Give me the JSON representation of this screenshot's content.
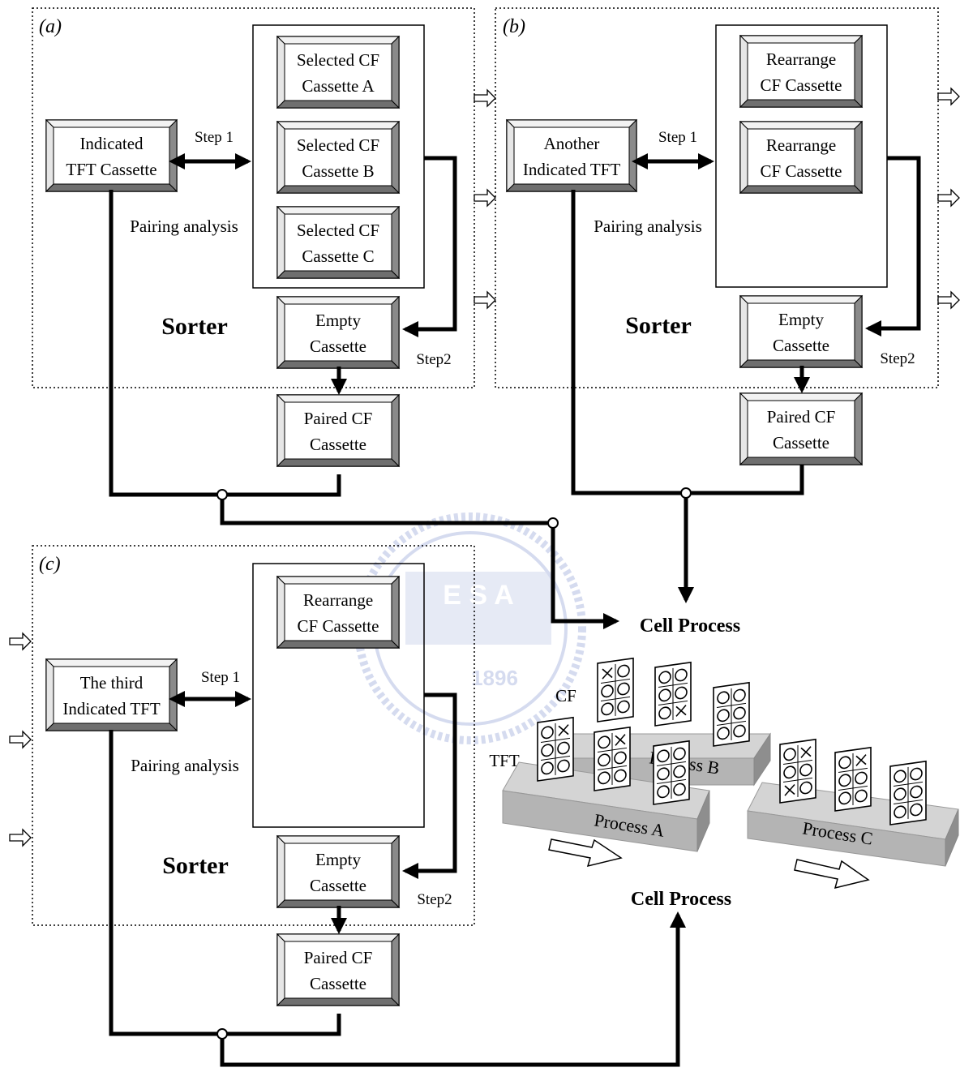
{
  "panels": {
    "a": {
      "label": "a",
      "tft_box": [
        "Indicated",
        "TFT Cassette"
      ],
      "cf_boxes": [
        [
          "Selected CF",
          "Cassette A"
        ],
        [
          "Selected CF",
          "Cassette B"
        ],
        [
          "Selected CF",
          "Cassette C"
        ]
      ],
      "step1": "Step 1",
      "pairing": "Pairing analysis",
      "sorter": "Sorter",
      "empty_box": [
        "Empty",
        "Cassette"
      ],
      "step2": "Step2",
      "paired_box": [
        "Paired CF",
        "Cassette"
      ]
    },
    "b": {
      "label": "b",
      "tft_box": [
        "Another",
        "Indicated TFT"
      ],
      "cf_boxes": [
        [
          "Rearrange",
          "CF Cassette"
        ],
        [
          "Rearrange",
          "CF Cassette"
        ]
      ],
      "step1": "Step 1",
      "pairing": "Pairing analysis",
      "sorter": "Sorter",
      "empty_box": [
        "Empty",
        "Cassette"
      ],
      "step2": "Step2",
      "paired_box": [
        "Paired CF",
        "Cassette"
      ]
    },
    "c": {
      "label": "c",
      "tft_box": [
        "The third",
        "Indicated TFT"
      ],
      "cf_boxes": [
        [
          "Rearrange",
          "CF Cassette"
        ]
      ],
      "step1": "Step 1",
      "pairing": "Pairing analysis",
      "sorter": "Sorter",
      "empty_box": [
        "Empty",
        "Cassette"
      ],
      "step2": "Step2",
      "paired_box": [
        "Paired CF",
        "Cassette"
      ]
    }
  },
  "cell_process_top": "Cell Process",
  "cell_process_bottom": "Cell Process",
  "illustration": {
    "cf_label": "CF",
    "tft_label": "TFT",
    "process_a": "Process A",
    "process_b": "Process B",
    "process_c": "Process C"
  },
  "watermark": {
    "text": "E S A",
    "year": "1896"
  }
}
